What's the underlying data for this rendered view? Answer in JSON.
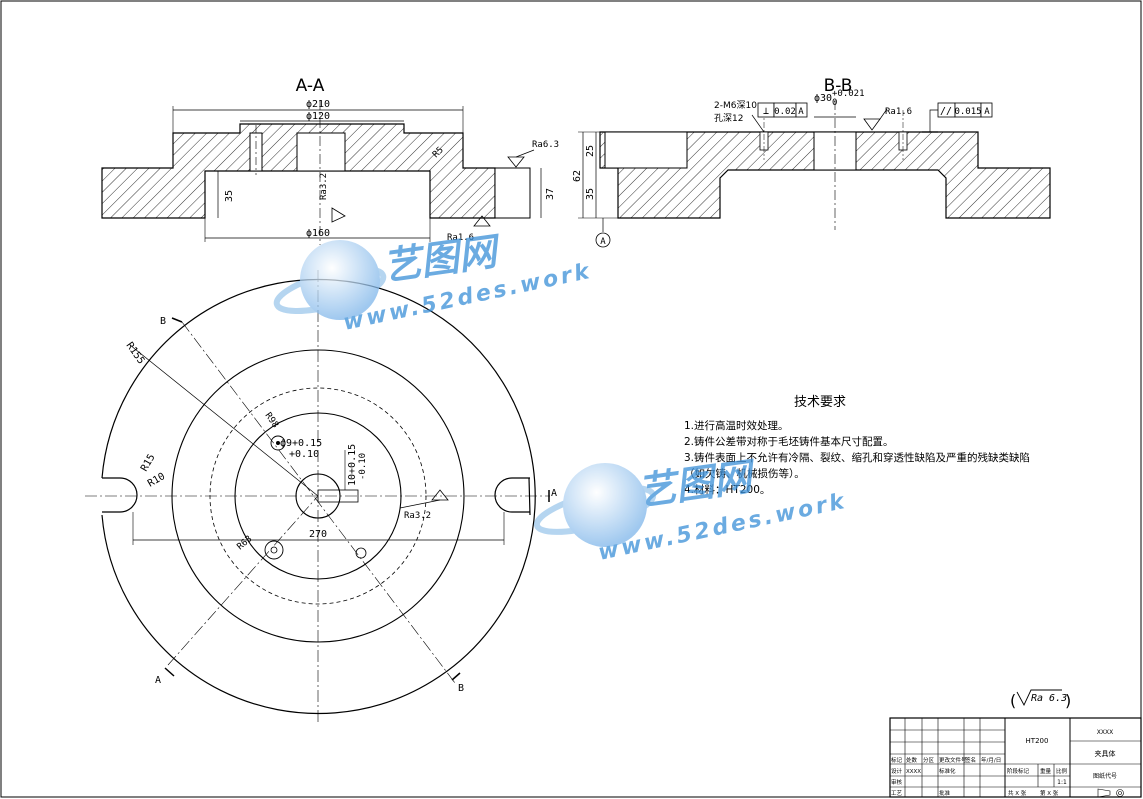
{
  "sections": {
    "aa": {
      "title": "A-A",
      "dim_top": "ϕ210",
      "dim_inner": "ϕ120",
      "dim_bottom": "ϕ160",
      "dim_height": "35",
      "dim_right": "37",
      "radius": "R5",
      "ra_side": "Ra3.2",
      "ra_top": "Ra6.3",
      "ra_bottom": "Ra1.6"
    },
    "bb": {
      "title": "B-B",
      "thread_note_1": "2-M6深10",
      "thread_note_2": "孔深12",
      "perp_tol": "⊥",
      "perp_value": "0.02",
      "perp_datum": "A",
      "bore_dim": "ϕ30",
      "bore_tol_upper": "+0.021",
      "bore_tol_lower": "0",
      "ra_top": "Ra1.6",
      "par_tol": "//",
      "par_value": "0.015",
      "par_datum": "A",
      "dim_total": "62",
      "dim_upper": "25",
      "dim_lower": "35",
      "datum": "A"
    }
  },
  "plan": {
    "cut_b_top": "B",
    "cut_a_bottom": "A",
    "cut_b_bottom": "B",
    "cut_a_right": "A",
    "radius_outer": "R155",
    "radius_inner": "R98",
    "pin_dim": "ϕ9+0.15",
    "pin_dim_lower": "+0.10",
    "slot_dim": "10+0.15",
    "slot_dim_lower": "-0.10",
    "r15": "R15",
    "r10": "R10",
    "r_small": "R63",
    "ra_center": "Ra3.2",
    "width": "270"
  },
  "tech": {
    "title": "技术要求",
    "items": [
      "1.进行高温时效处理。",
      "2.铸件公差带对称于毛坯铸件基本尺寸配置。",
      "3.铸件表面上不允许有冷隔、裂纹、缩孔和穿透性缺陷及严重的残缺类缺陷",
      "（如欠铸、机械损伤等）。",
      "4.材料：HT200。"
    ]
  },
  "roughness_default": "Ra 6.3",
  "watermark": {
    "brand": "艺图网",
    "url": "www.52des.work"
  },
  "title_block": {
    "material": "HT200",
    "company": "XXXX",
    "part_name": "夹具体",
    "drawing_no": "图纸代号",
    "scale_label": "比例",
    "scale": "1:1",
    "weight_label": "重量",
    "stage_label": "阶段标记",
    "cols": [
      "标记",
      "处数",
      "分区",
      "更改文件号",
      "签名",
      "年/月/日"
    ],
    "design": "设计",
    "designer": "XXXX",
    "std": "标准化",
    "review": "审核",
    "process": "工艺",
    "approve": "批准",
    "sheet_total": "共 X 张",
    "sheet_no": "第 X 张"
  },
  "colors": {
    "line": "#000000",
    "watermark_blue": "#3a8fd8",
    "watermark_light": "#9ec8ee"
  }
}
